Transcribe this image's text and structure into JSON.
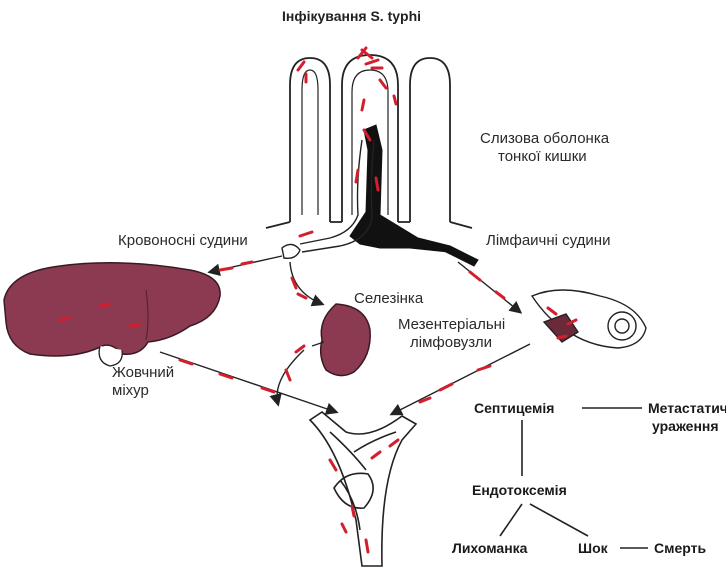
{
  "title": "Інфікування S. typhi",
  "labels": {
    "mucosa_line1": "Слизова оболонка",
    "mucosa_line2": "тонкої кишки",
    "blood_vessels": "Кровоносні судини",
    "lymph_vessels": "Лімфаичні судини",
    "spleen": "Селезінка",
    "mesenteric_line1": "Мезентеріальні",
    "mesenteric_line2": "лімфовузли",
    "gallbladder_line1": "Жовчний",
    "gallbladder_line2": "міхур"
  },
  "flow": {
    "septicemia": "Септицемія",
    "metastatic_line1": "Метастатичні",
    "metastatic_line2": "ураження",
    "endotoxemia": "Ендотоксемія",
    "fever": "Лихоманка",
    "shock": "Шок",
    "death": "Смерть"
  },
  "colors": {
    "organ": "#8b3a52",
    "bacteria": "#d21f2e",
    "lymph": "#111111",
    "line": "#222222"
  }
}
